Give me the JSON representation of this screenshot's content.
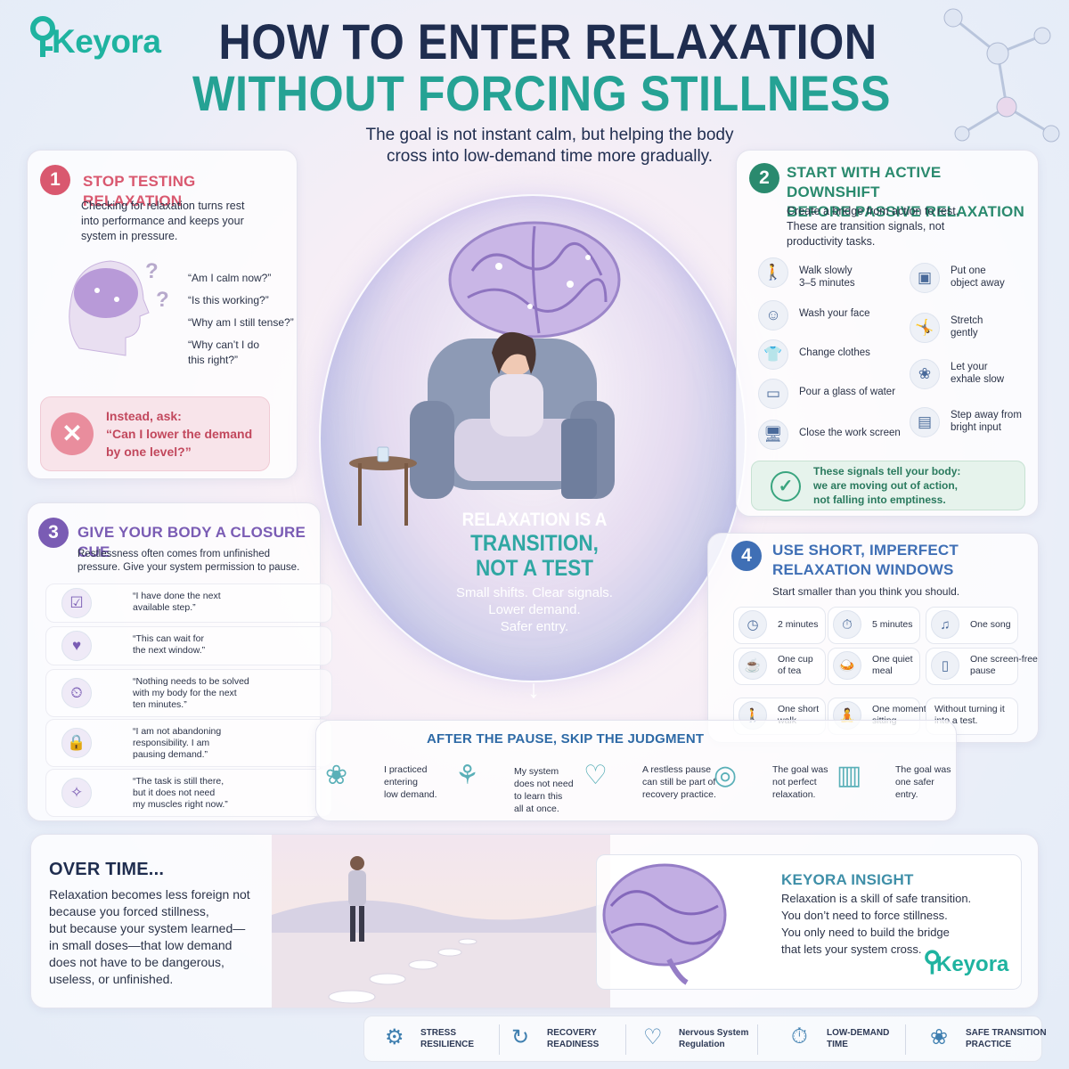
{
  "brand": {
    "name": "Keyora",
    "color": "#1fb3a0"
  },
  "title": {
    "line1": "HOW TO ENTER RELAXATION",
    "line2": "WITHOUT FORCING STILLNESS",
    "subtitle": "The goal is not instant calm, but helping the body\ncross into low-demand time more gradually."
  },
  "colors": {
    "navy": "#1f2d4f",
    "teal": "#25a294",
    "pink": "#d9586f",
    "green": "#2a8a6e",
    "purple": "#7a5cb4",
    "blue": "#3f6fb5"
  },
  "section1": {
    "number": "1",
    "heading": "STOP TESTING RELAXATION",
    "text": "Checking for relaxation turns rest\ninto performance and keeps your\nsystem in pressure.",
    "questions": [
      "“Am I calm now?”",
      "“Is this working?”",
      "“Why am I still tense?”",
      "“Why can’t I do\n  this right?”"
    ],
    "instead_label": "Instead, ask:",
    "instead_quote": "“Can I lower the demand\nby one level?”"
  },
  "section2": {
    "number": "2",
    "heading": "START WITH ACTIVE DOWNSHIFT\nBEFORE PASSIVE RELAXATION",
    "text": "Create a bridge from action to rest.\nThese are transition signals, not\nproductivity tasks.",
    "items_left": [
      {
        "icon": "walking-icon",
        "glyph": "🚶",
        "label": "Walk slowly\n3–5 minutes"
      },
      {
        "icon": "face-wash-icon",
        "glyph": "☺",
        "label": "Wash your face"
      },
      {
        "icon": "clothes-icon",
        "glyph": "👕",
        "label": "Change clothes"
      },
      {
        "icon": "water-glass-icon",
        "glyph": "▭",
        "label": "Pour a glass of water"
      },
      {
        "icon": "monitor-icon",
        "glyph": "🖥",
        "label": "Close the work screen"
      }
    ],
    "items_right": [
      {
        "icon": "object-away-icon",
        "glyph": "▣",
        "label": "Put one\nobject away"
      },
      {
        "icon": "stretch-icon",
        "glyph": "🤸",
        "label": "Stretch\ngently"
      },
      {
        "icon": "exhale-icon",
        "glyph": "❀",
        "label": "Let your\nexhale slow"
      },
      {
        "icon": "screen-away-icon",
        "glyph": "▤",
        "label": "Step away from\nbright input"
      }
    ],
    "signal_note": "These signals tell your body:\nwe are moving out of action,\nnot falling into emptiness."
  },
  "center": {
    "line1": "RELAXATION IS A",
    "line2": "TRANSITION,",
    "line3": "NOT A TEST",
    "sub": "Small shifts. Clear signals.\nLower demand.\nSafer entry."
  },
  "section3": {
    "number": "3",
    "heading": "GIVE YOUR BODY A CLOSURE CUE",
    "text": "Restlessness often comes from unfinished\npressure. Give your system permission to pause.",
    "cues": [
      {
        "icon": "checkbox-icon",
        "glyph": "☑",
        "text": "“I have done the next\navailable step.”"
      },
      {
        "icon": "heart-icon",
        "glyph": "♥",
        "text": "“This can wait for\nthe next window.”"
      },
      {
        "icon": "clock-icon",
        "glyph": "⏲",
        "text": "“Nothing needs to be solved\nwith my body for the next\nten minutes.”"
      },
      {
        "icon": "lock-icon",
        "glyph": "🔒",
        "text": "“I am not abandoning\nresponsibility. I am\npausing demand.”"
      },
      {
        "icon": "release-icon",
        "glyph": "✧",
        "text": "“The task is still there,\nbut it does not need\nmy muscles right now.”"
      }
    ]
  },
  "section4": {
    "number": "4",
    "heading": "USE SHORT, IMPERFECT\nRELAXATION WINDOWS",
    "text": "Start smaller than you think you should.",
    "windows": [
      {
        "icon": "clock-icon",
        "glyph": "◷",
        "label": "2 minutes"
      },
      {
        "icon": "stopwatch-icon",
        "glyph": "⏱",
        "label": "5 minutes"
      },
      {
        "icon": "music-note-icon",
        "glyph": "♫",
        "label": "One song"
      },
      {
        "icon": "tea-cup-icon",
        "glyph": "☕",
        "label": "One cup\nof tea"
      },
      {
        "icon": "meal-icon",
        "glyph": "🍛",
        "label": "One quiet\nmeal"
      },
      {
        "icon": "tablet-icon",
        "glyph": "▯",
        "label": "One screen-free\npause"
      },
      {
        "icon": "walk-icon",
        "glyph": "🚶",
        "label": "One short\nwalk"
      },
      {
        "icon": "sitting-icon",
        "glyph": "🧘",
        "label": "One moment\nsitting"
      },
      {
        "icon": "",
        "glyph": "",
        "label": "Without turning it\ninto a test."
      }
    ]
  },
  "after": {
    "heading": "AFTER THE PAUSE, SKIP THE JUDGMENT",
    "items": [
      {
        "icon": "lotus-icon",
        "glyph": "❀",
        "text": "I practiced\nentering\nlow demand."
      },
      {
        "icon": "brain-icon",
        "glyph": "⚘",
        "text": "My system\ndoes not need\nto learn this\nall at once."
      },
      {
        "icon": "heart-icon",
        "glyph": "♡",
        "text": "A restless pause\ncan still be part of\nrecovery practice."
      },
      {
        "icon": "target-icon",
        "glyph": "◎",
        "text": "The goal was\nnot perfect\nrelaxation."
      },
      {
        "icon": "door-icon",
        "glyph": "▥",
        "text": "The goal was\none safer\nentry."
      }
    ]
  },
  "over_time": {
    "heading": "OVER TIME...",
    "text": "Relaxation becomes less foreign not\nbecause you forced stillness,\nbut because your system learned—\nin small doses—that low demand\ndoes not have to be dangerous,\nuseless, or unfinished."
  },
  "insight": {
    "heading": "KEYORA INSIGHT",
    "text": "Relaxation is a skill of safe transition.\nYou don’t need to force stillness.\nYou only need to build the bridge\nthat lets your system cross."
  },
  "footer": [
    {
      "icon": "resilience-icon",
      "glyph": "⚙",
      "label": "STRESS\nRESILIENCE"
    },
    {
      "icon": "recovery-icon",
      "glyph": "↻",
      "label": "RECOVERY\nREADINESS"
    },
    {
      "icon": "nervous-system-icon",
      "glyph": "♡",
      "label": "Nervous System\nRegulation"
    },
    {
      "icon": "stopwatch-icon",
      "glyph": "⏱",
      "label": "LOW-DEMAND\nTIME"
    },
    {
      "icon": "lotus-icon",
      "glyph": "❀",
      "label": "SAFE TRANSITION\nPRACTICE"
    }
  ]
}
